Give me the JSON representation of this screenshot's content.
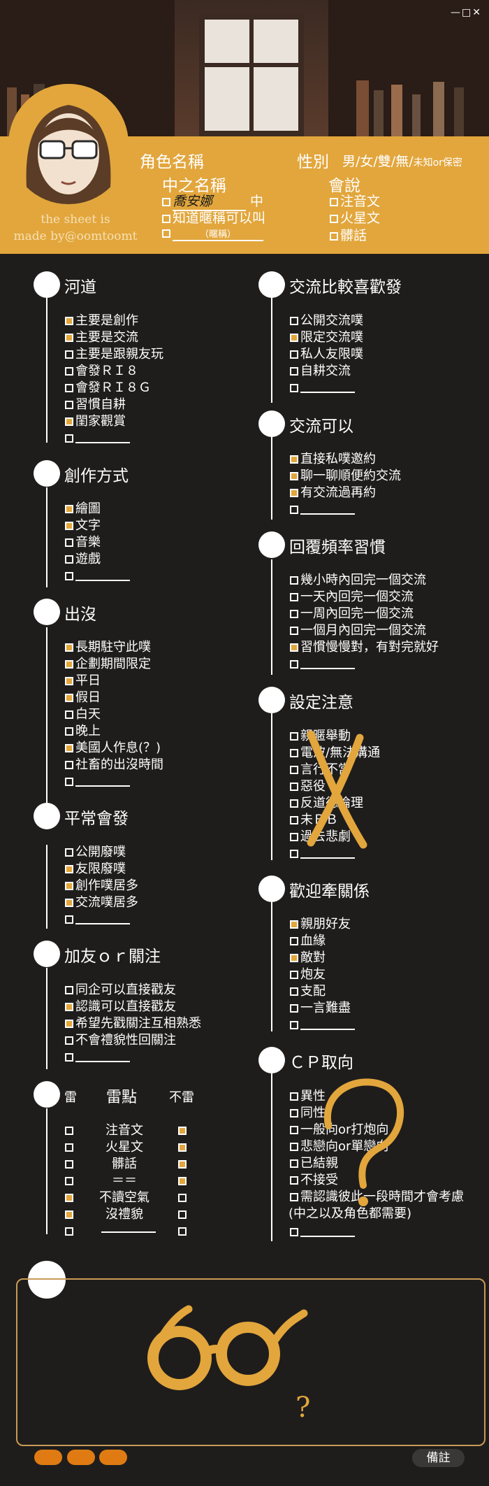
{
  "colors": {
    "accent": "#e2a63c",
    "background": "#1f1d1c",
    "marker": "#e07b14"
  },
  "window_controls": "—□✕",
  "credit": {
    "line1": "the sheet is",
    "line2": "made by@oomtoomt"
  },
  "header": {
    "name_label": "角色名稱",
    "gender_label": "性別",
    "gender_options": "男/女/雙/無/",
    "gender_note": "未知or保密",
    "cn_name_label": "中之名稱",
    "cn_name_handwriting": "喬安娜",
    "cn_name_suffix": "中",
    "cn_option1": "知道暱稱可以叫",
    "cn_nickname_hint": "（暱稱）",
    "lang_label": "會說",
    "lang_items": [
      "注音文",
      "火星文",
      "髒話"
    ]
  },
  "sections": {
    "river": {
      "title": "河道",
      "items": [
        "主要是創作",
        "主要是交流",
        "主要是跟親友玩",
        "會發ＲＩ８",
        "會發ＲＩ８Ｇ",
        "習慣自耕",
        "閨家觀賞"
      ]
    },
    "create": {
      "title": "創作方式",
      "items": [
        "繪圖",
        "文字",
        "音樂",
        "遊戲"
      ]
    },
    "appear": {
      "title": "出沒",
      "items": [
        "長期駐守此噗",
        "企劃期間限定",
        "平日",
        "假日",
        "白天",
        "晚上",
        "美國人作息(？)",
        "社畜的出沒時間"
      ]
    },
    "post": {
      "title": "平常會發",
      "items": [
        "公開廢噗",
        "友限廢噗",
        "創作噗居多",
        "交流噗居多"
      ]
    },
    "follow": {
      "title": "加友ｏｒ關注",
      "items": [
        "同企可以直接戳友",
        "認識可以直接戳友",
        "希望先戳關注互相熟悉",
        "不會禮貌性回關注"
      ]
    },
    "thunder": {
      "title": "雷",
      "points": "雷點",
      "ok": "不雷",
      "items": [
        "注音文",
        "火星文",
        "髒話",
        "＝＝",
        "不讀空氣",
        "沒禮貌"
      ]
    },
    "exchange_pref": {
      "title": "交流比較喜歡發",
      "items": [
        "公開交流噗",
        "限定交流噗",
        "私人友限噗",
        "自耕交流"
      ]
    },
    "exchange_ok": {
      "title": "交流可以",
      "items": [
        "直接私噗邀約",
        "聊一聊順便約交流",
        "有交流過再約"
      ]
    },
    "reply": {
      "title": "回覆頻率習慣",
      "items": [
        "幾小時內回完一個交流",
        "一天內回完一個交流",
        "一周內回完一個交流",
        "一個月內回完一個交流",
        "習慣慢慢對，有對完就好"
      ]
    },
    "setting": {
      "title": "設定注意",
      "items": [
        "親暱舉動",
        "電波/無法溝通",
        "言行不當",
        "惡役",
        "反道德倫理",
        "未ＢＢ",
        "過去悲劇"
      ]
    },
    "relation": {
      "title": "歡迎牽關係",
      "items": [
        "親朋好友",
        "血緣",
        "敵對",
        "炮友",
        "支配",
        "一言難盡"
      ]
    },
    "cp": {
      "title": "ＣＰ取向",
      "items": [
        "異性",
        "同性",
        "一般向or打炮向",
        "悲戀向or單戀向",
        "已結親",
        "不接受",
        "需認識彼此一段時間才會考慮",
        "(中之以及角色都需要)"
      ]
    }
  },
  "memo": {
    "question": "?"
  },
  "note_tag": "備註"
}
